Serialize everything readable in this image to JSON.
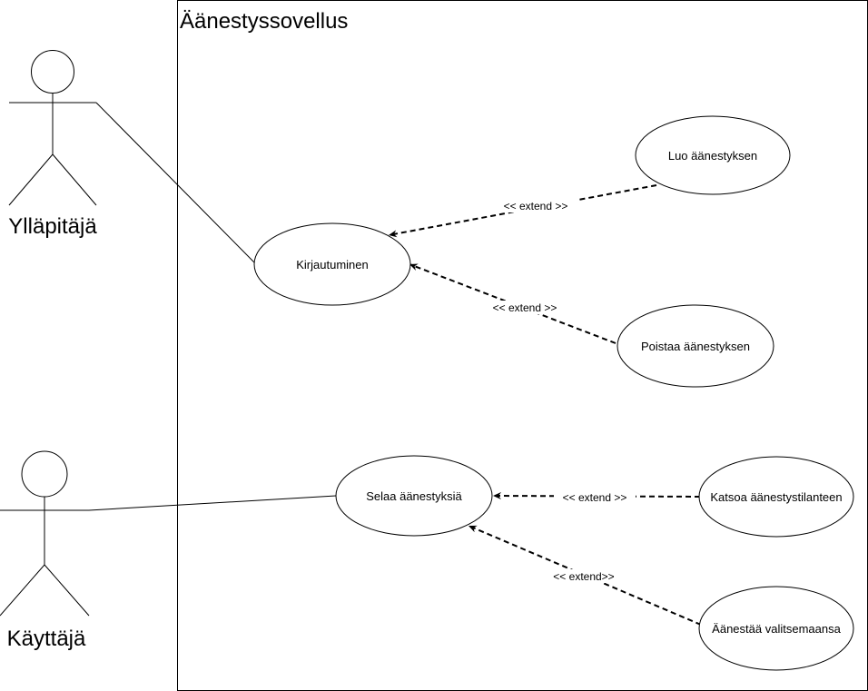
{
  "system": {
    "title": "Äänestyssovellus"
  },
  "actors": {
    "admin": {
      "label": "Ylläpitäjä"
    },
    "user": {
      "label": "Käyttäjä"
    }
  },
  "use_cases": {
    "login": "Kirjautuminen",
    "create": "Luo äänestyksen",
    "delete": "Poistaa äänestyksen",
    "browse": "Selaa äänestyksiä",
    "view_status": "Katsoa äänestystilanteen",
    "vote": "Äänestää valitsemaansa"
  },
  "relations": {
    "create_extend": "<< extend >>",
    "delete_extend": "<< extend >>",
    "view_extend": "<< extend >>",
    "vote_extend": "<< extend>>"
  }
}
